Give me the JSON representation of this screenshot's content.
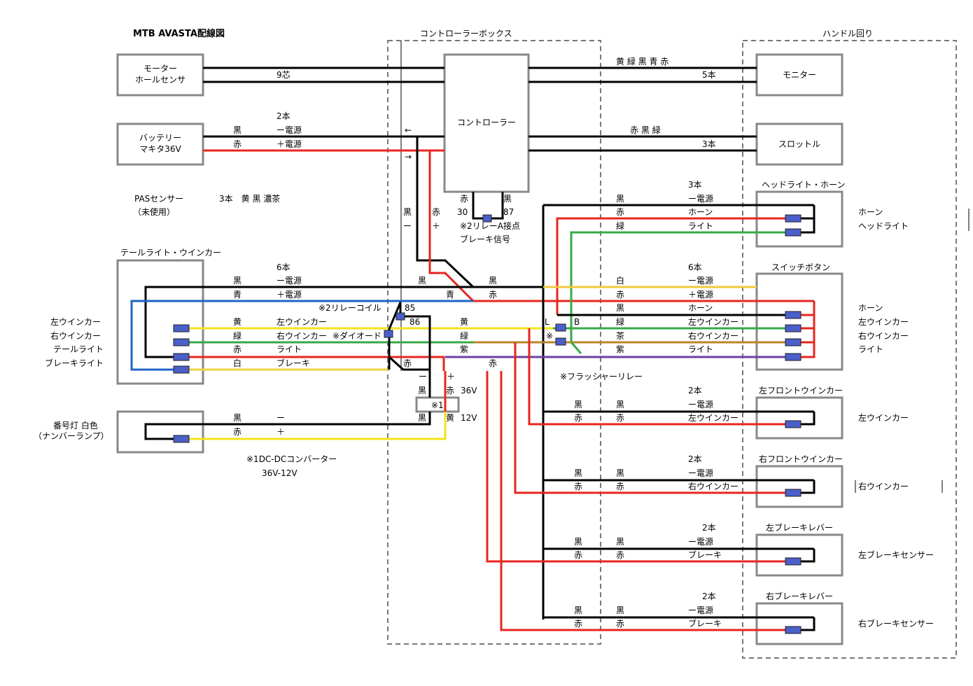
{
  "title": "MTB AVASTA配線図",
  "section_labels": {
    "controller_box": "コントローラーボックス",
    "handle": "ハンドル回り"
  },
  "boxes": {
    "motor": [
      "モーター",
      "ホールセンサ"
    ],
    "battery": [
      "バッテリー",
      "マキタ36V"
    ],
    "controller": "コントローラー",
    "tail": "テールライト・ウインカー",
    "monitor": "モニター",
    "throttle": "スロットル",
    "headlight": "ヘッドライト・ホーン",
    "switch": "スイッチボタン",
    "left_front": "左フロントウインカー",
    "right_front": "右フロントウインカー",
    "left_brake": "左ブレーキレバー",
    "right_brake": "右ブレーキレバー"
  },
  "texts": {
    "wire_9": "9芯",
    "monitor_colors": "黄 緑 黒 青 赤",
    "monitor_count": "5本",
    "battery_count": "2本",
    "black": "黒",
    "red": "赤",
    "minus_power": "ー電源",
    "plus_power": "＋電源",
    "arrow_left": "←",
    "arrow_right": "→",
    "throttle_colors": "赤 黒 緑",
    "throttle_count": "3本",
    "pas_sensor": "PASセンサー",
    "pas_unused": "（未使用）",
    "pas_wires": "3本　黄 黒 濃茶",
    "minus": "ー",
    "plus": "＋",
    "r30": "30",
    "r87": "87",
    "relay_a": "※2リレーA接点",
    "brake_signal": "ブレーキ信号",
    "hl_count": "3本",
    "horn": "ホーン",
    "light": "ライト",
    "green": "緑",
    "white": "白",
    "blue": "青",
    "yellow": "黄",
    "brown": "茶",
    "purple": "紫",
    "six": "6本",
    "relay_coil": "※2リレーコイル",
    "c85": "85",
    "c86": "86",
    "left_winker": "左ウインカー",
    "right_winker": "右ウインカー",
    "brake": "ブレーキ",
    "diode": "※ダイオード",
    "L": "L",
    "B": "B",
    "kome": "※",
    "flasher": "※フラッシャーリレー",
    "v36": "36V",
    "v12": "12V",
    "conv_mark": "※1",
    "tail_light": "テールライト",
    "brake_light": "ブレーキライト",
    "plate_lamp": "番号灯 白色",
    "plate_lamp2": "（ナンバーランプ）",
    "converter": "※1DC-DCコンバーター",
    "converter_v": "36V-12V",
    "two": "2本",
    "headlight_r": "ヘッドライト",
    "left_brake_sensor": "左ブレーキセンサー",
    "right_brake_sensor": "右ブレーキセンサー"
  }
}
